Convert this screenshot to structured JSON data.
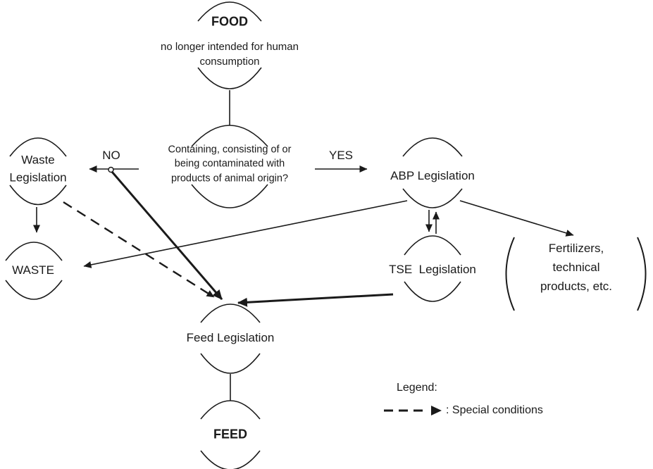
{
  "nodes": {
    "food": {
      "title": "FOOD",
      "subtitle": "no longer intended for human consumption"
    },
    "question": {
      "lines": [
        "Containing, consisting of or",
        "being contaminated with",
        "products of animal origin?"
      ]
    },
    "waste_legislation": {
      "lines": [
        "Waste",
        "Legislation"
      ]
    },
    "waste": {
      "title": "WASTE"
    },
    "abp_legislation": {
      "title": "ABP Legislation"
    },
    "tse_legislation": {
      "title": "TSE  Legislation"
    },
    "fertilizers": {
      "lines": [
        "Fertilizers,",
        "technical",
        "products, etc."
      ]
    },
    "feed_legislation": {
      "title": "Feed Legislation"
    },
    "feed": {
      "title": "FEED"
    }
  },
  "branch_labels": {
    "no": "NO",
    "yes": "YES"
  },
  "legend": {
    "title": "Legend:",
    "special_conditions": ": Special conditions"
  },
  "colors": {
    "ink": "#1a1a1a",
    "background": "#ffffff"
  }
}
